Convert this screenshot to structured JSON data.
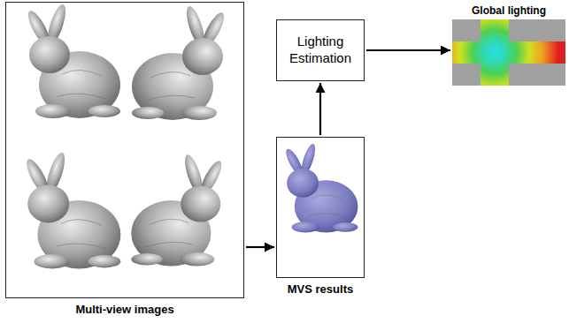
{
  "diagram": {
    "nodes": [
      {
        "text": [
          "Multi-view images"
        ]
      },
      {
        "text": [
          "MVS results"
        ]
      },
      {
        "text": [
          "Lighting Estimation"
        ]
      },
      {
        "text": [
          "Global lighting"
        ]
      }
    ],
    "edges": [
      {
        "from": 0,
        "to": 1,
        "arrow": "to"
      },
      {
        "from": 1,
        "to": 2,
        "arrow": "to"
      },
      {
        "from": 2,
        "to": 3,
        "arrow": "to"
      }
    ]
  }
}
